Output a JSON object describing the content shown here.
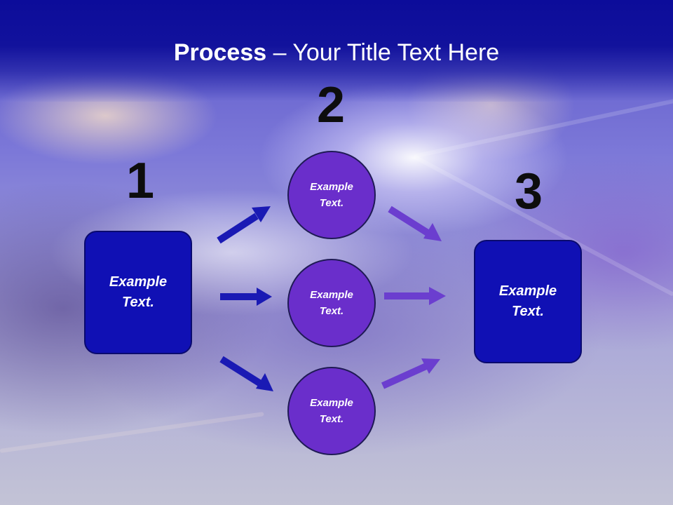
{
  "title": {
    "bold": "Process",
    "rest": " – Your Title Text Here"
  },
  "steps": {
    "one": "1",
    "two": "2",
    "three": "3"
  },
  "boxes": {
    "left": "Example\nText.",
    "right": "Example\nText."
  },
  "circles": [
    "Example\nText.",
    "Example\nText.",
    "Example\nText."
  ],
  "colors": {
    "header": "#0c0c9a",
    "box_fill": "#1010b4",
    "circle_fill": "#6a2ecb",
    "left_arrows": "#1a1ab4",
    "right_arrows": "#6b3ecf"
  },
  "icons": {
    "arrow": "arrow-right-icon"
  }
}
